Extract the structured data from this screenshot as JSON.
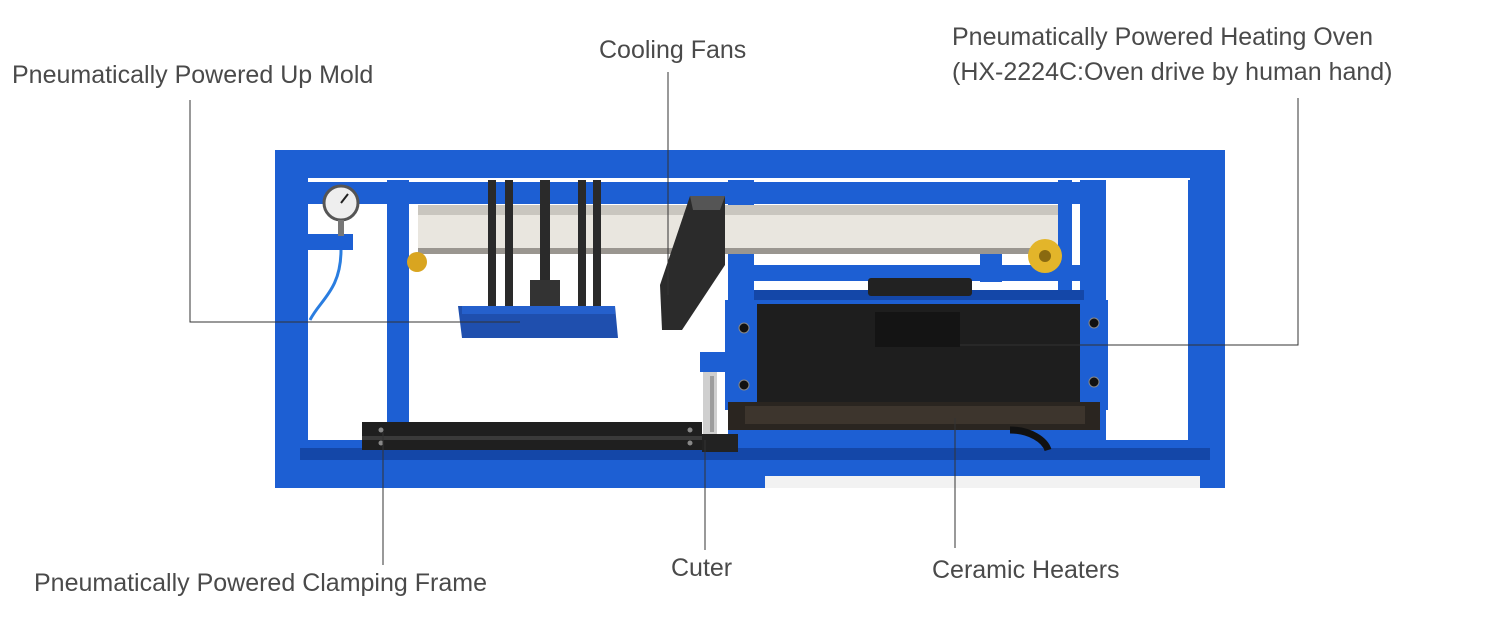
{
  "labels": {
    "up_mold": "Pneumatically Powered Up Mold",
    "cooling_fans": "Cooling Fans",
    "heating_oven_line1": "Pneumatically Powered Heating Oven",
    "heating_oven_line2": "(HX-2224C:Oven drive by human hand)",
    "clamping_frame": "Pneumatically Powered Clamping Frame",
    "cutter": "Cuter",
    "ceramic_heaters": "Ceramic Heaters"
  },
  "colors": {
    "frame_blue": "#1d5fd3",
    "frame_blue_dark": "#1447a8",
    "oven_black": "#1e1e1e",
    "label_text": "#4a4a4a",
    "leader_line": "#333333"
  }
}
